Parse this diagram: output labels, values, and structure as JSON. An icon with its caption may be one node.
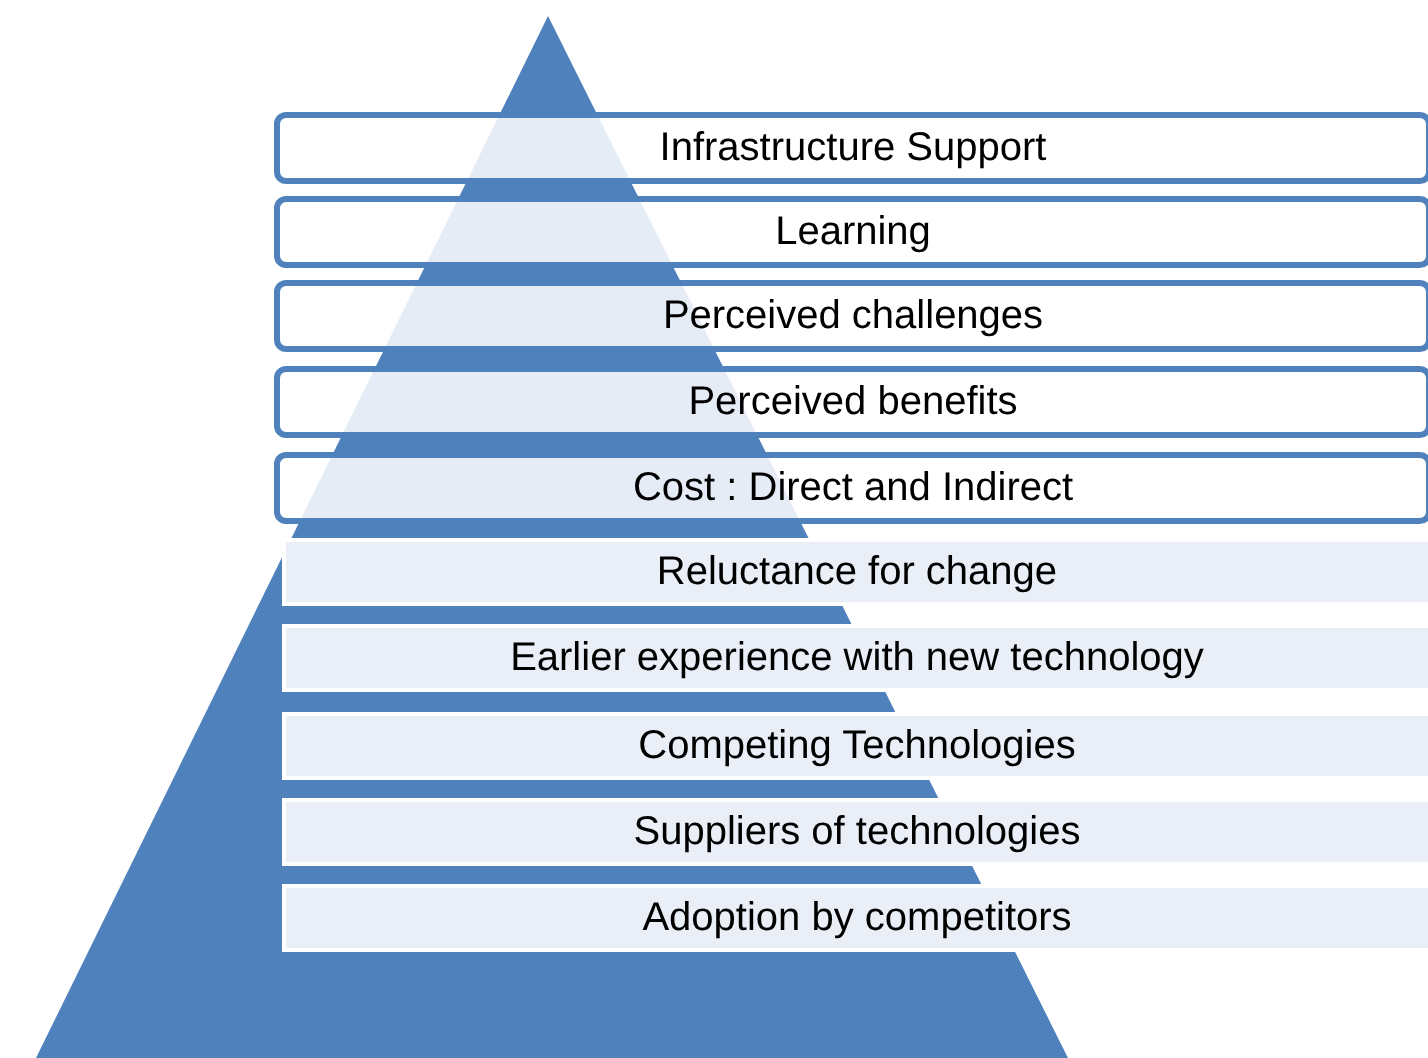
{
  "diagram": {
    "nodes": [
      {
        "text": [
          "Infrastructure Support"
        ]
      },
      {
        "text": [
          "Learning"
        ]
      },
      {
        "text": [
          "Perceived challenges"
        ]
      },
      {
        "text": [
          "Perceived benefits"
        ]
      },
      {
        "text": [
          "Cost : Direct and Indirect"
        ]
      },
      {
        "text": [
          "Reluctance for change"
        ]
      },
      {
        "text": [
          "Earlier experience with new technology"
        ]
      },
      {
        "text": [
          "Competing Technologies"
        ]
      },
      {
        "text": [
          "Suppliers of technologies"
        ]
      },
      {
        "text": [
          "Adoption by competitors"
        ]
      }
    ],
    "edges": []
  }
}
